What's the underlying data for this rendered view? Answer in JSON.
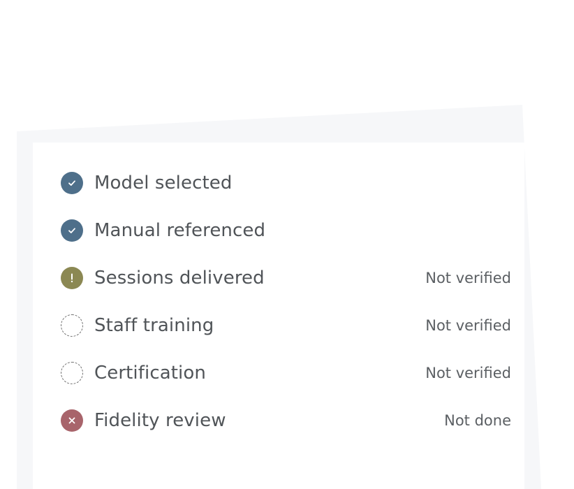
{
  "colors": {
    "done": "#4e6f8a",
    "warning": "#8b8853",
    "failed": "#a8646b",
    "pending_border": "#6d6d6d",
    "backdrop": "#f6f7f9"
  },
  "checklist": {
    "items": [
      {
        "label": "Model selected",
        "status": "",
        "state": "done",
        "icon": "check-circle-icon"
      },
      {
        "label": "Manual referenced",
        "status": "",
        "state": "done",
        "icon": "check-circle-icon"
      },
      {
        "label": "Sessions delivered",
        "status": "Not verified",
        "state": "warning",
        "icon": "exclamation-circle-icon"
      },
      {
        "label": "Staff training",
        "status": "Not verified",
        "state": "pending",
        "icon": "dashed-circle-icon"
      },
      {
        "label": "Certification",
        "status": "Not verified",
        "state": "pending",
        "icon": "dashed-circle-icon"
      },
      {
        "label": "Fidelity review",
        "status": "Not done",
        "state": "failed",
        "icon": "x-circle-icon"
      }
    ]
  }
}
